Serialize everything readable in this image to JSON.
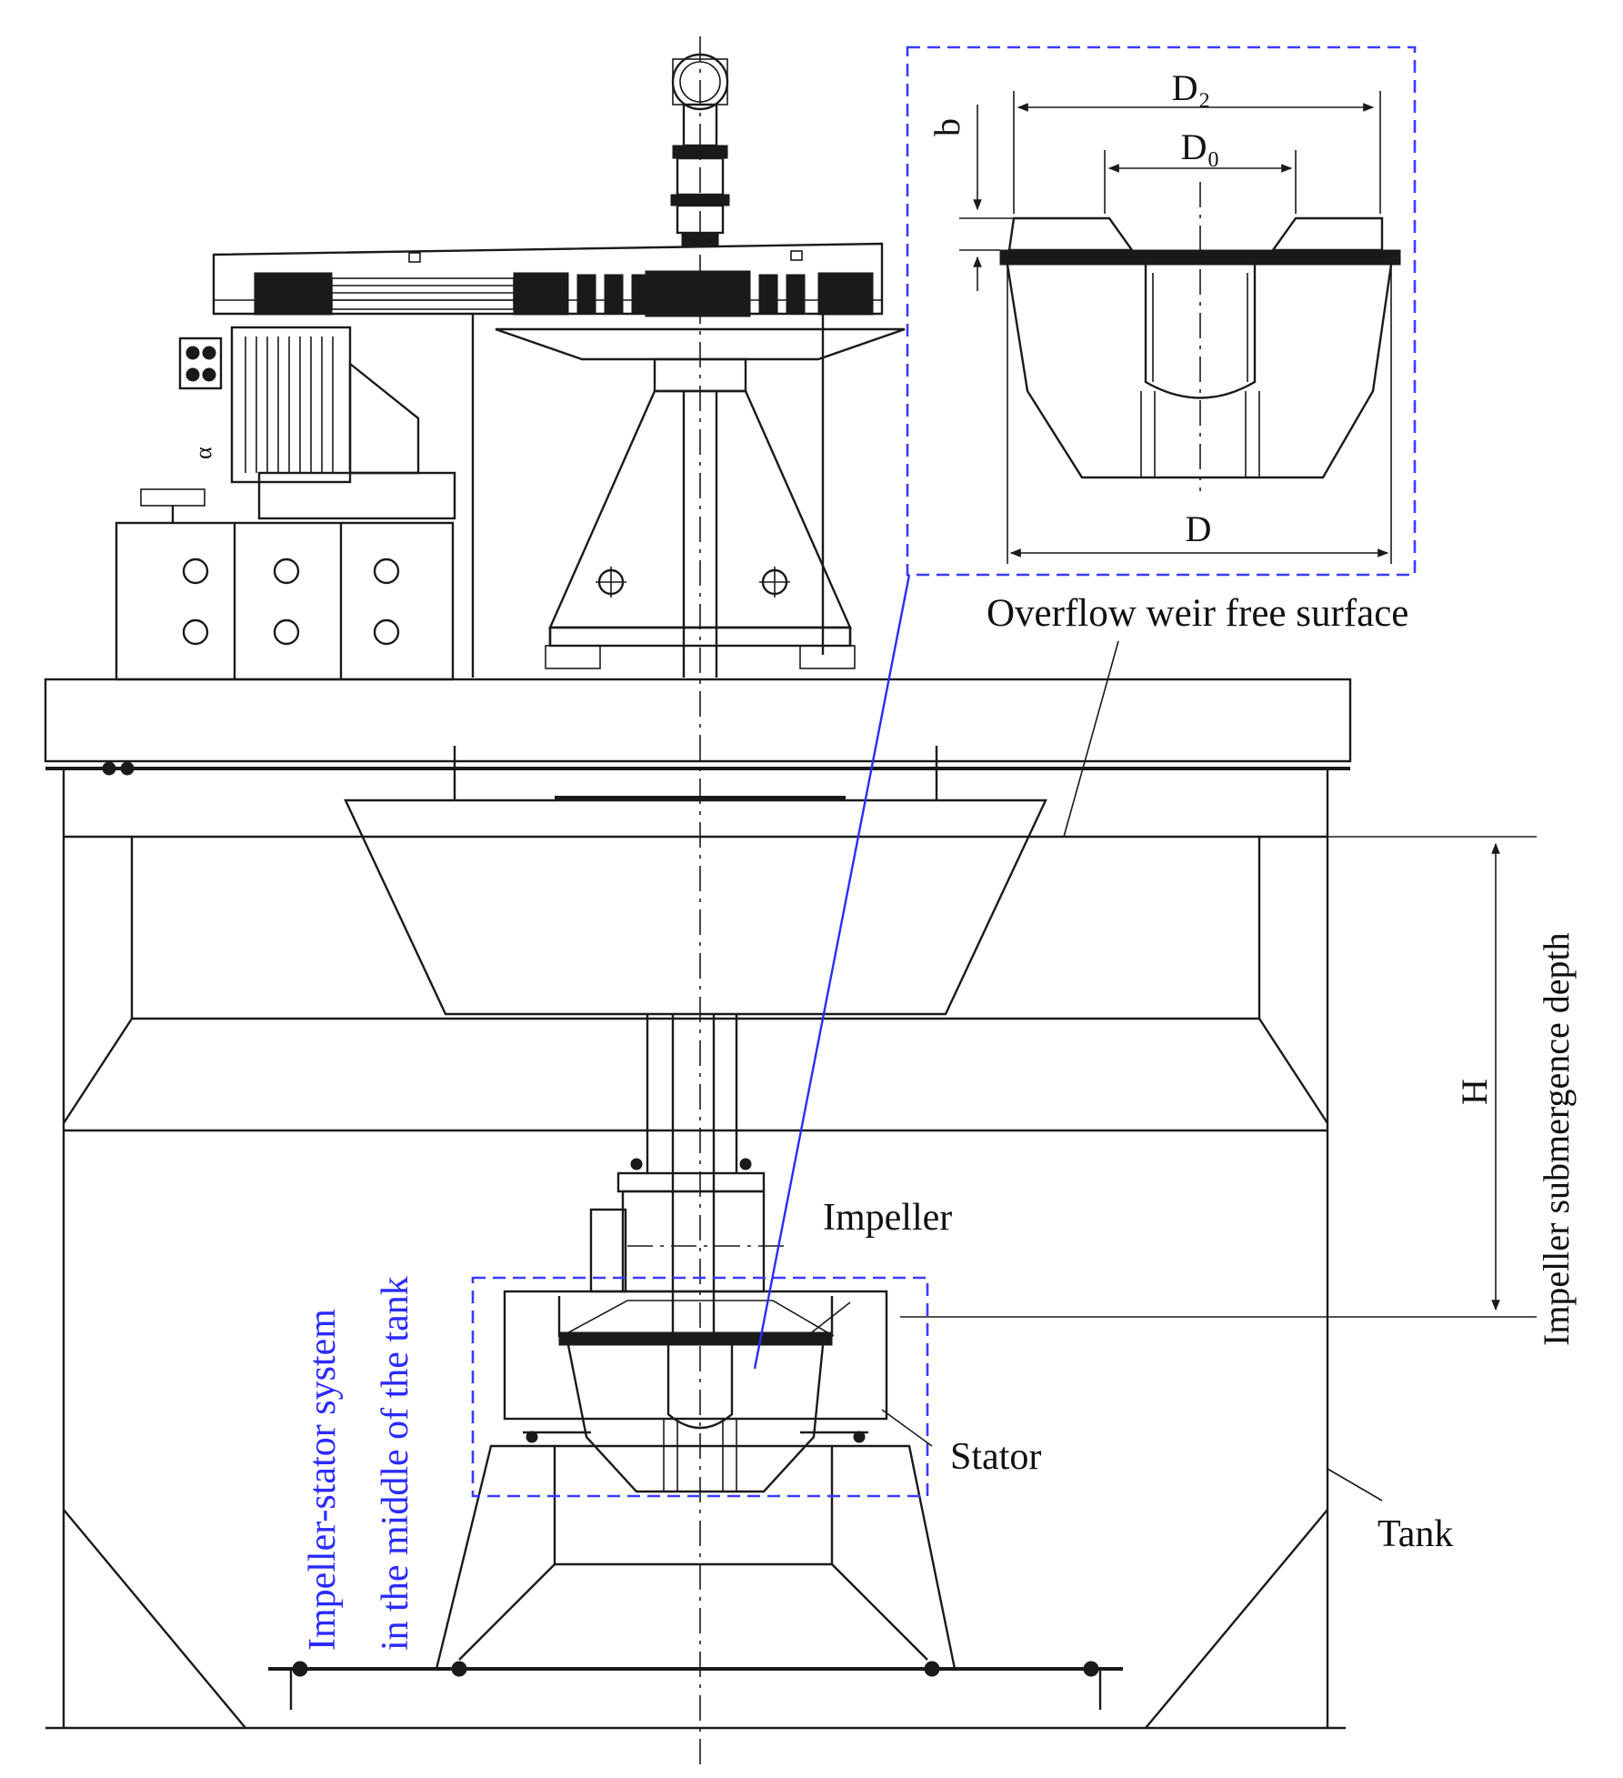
{
  "labels": {
    "overflow": "Overflow weir free surface",
    "submergence": "Impeller submergence depth",
    "h": "H",
    "impeller": "Impeller",
    "stator": "Stator",
    "tank": "Tank",
    "system_line1": "Impeller-stator system",
    "system_line2": "in the middle of the tank"
  },
  "detail": {
    "d2": "D₂",
    "d0": "D₀",
    "d": "D",
    "b": "b"
  },
  "colors": {
    "line": "#1a1a1a",
    "highlight": "#2b2bff",
    "background": "#ffffff"
  }
}
